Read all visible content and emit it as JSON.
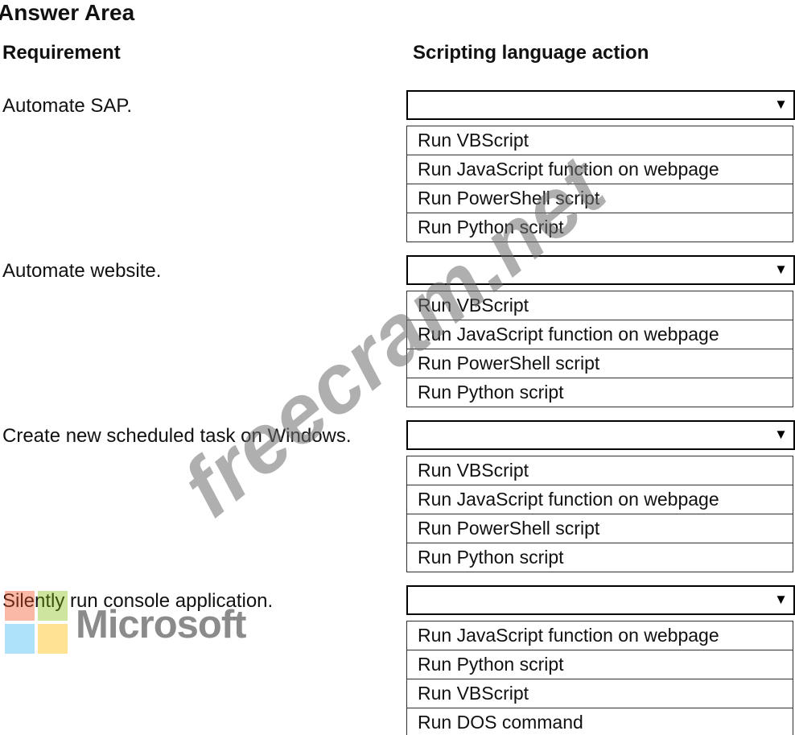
{
  "title": "Answer Area",
  "columns": {
    "left": "Requirement",
    "right": "Scripting language action"
  },
  "icons": {
    "dropdown_arrow": "▼"
  },
  "rows": [
    {
      "requirement": "Automate SAP.",
      "selected": "",
      "options": [
        "Run VBScript",
        "Run JavaScript function on webpage",
        "Run PowerShell script",
        "Run Python script"
      ]
    },
    {
      "requirement": "Automate website.",
      "selected": "",
      "options": [
        "Run VBScript",
        "Run JavaScript function on webpage",
        "Run PowerShell script",
        "Run Python script"
      ]
    },
    {
      "requirement": "Create new scheduled task on Windows.",
      "selected": "",
      "options": [
        "Run VBScript",
        "Run JavaScript function on webpage",
        "Run PowerShell script",
        "Run Python script"
      ]
    },
    {
      "requirement": "Silently run console application.",
      "selected": "",
      "options": [
        "Run JavaScript function on webpage",
        "Run Python script",
        "Run VBScript",
        "Run DOS command"
      ]
    }
  ],
  "watermark": {
    "text": "freecram.net"
  },
  "branding": {
    "name": "Microsoft"
  },
  "colors": {
    "text": "#111111",
    "border": "#2e2e2e",
    "watermark": "rgba(110,110,110,0.55)",
    "ms_red": "#f25022",
    "ms_green": "#7fba00",
    "ms_blue": "#00a4ef",
    "ms_yellow": "#ffb900"
  }
}
